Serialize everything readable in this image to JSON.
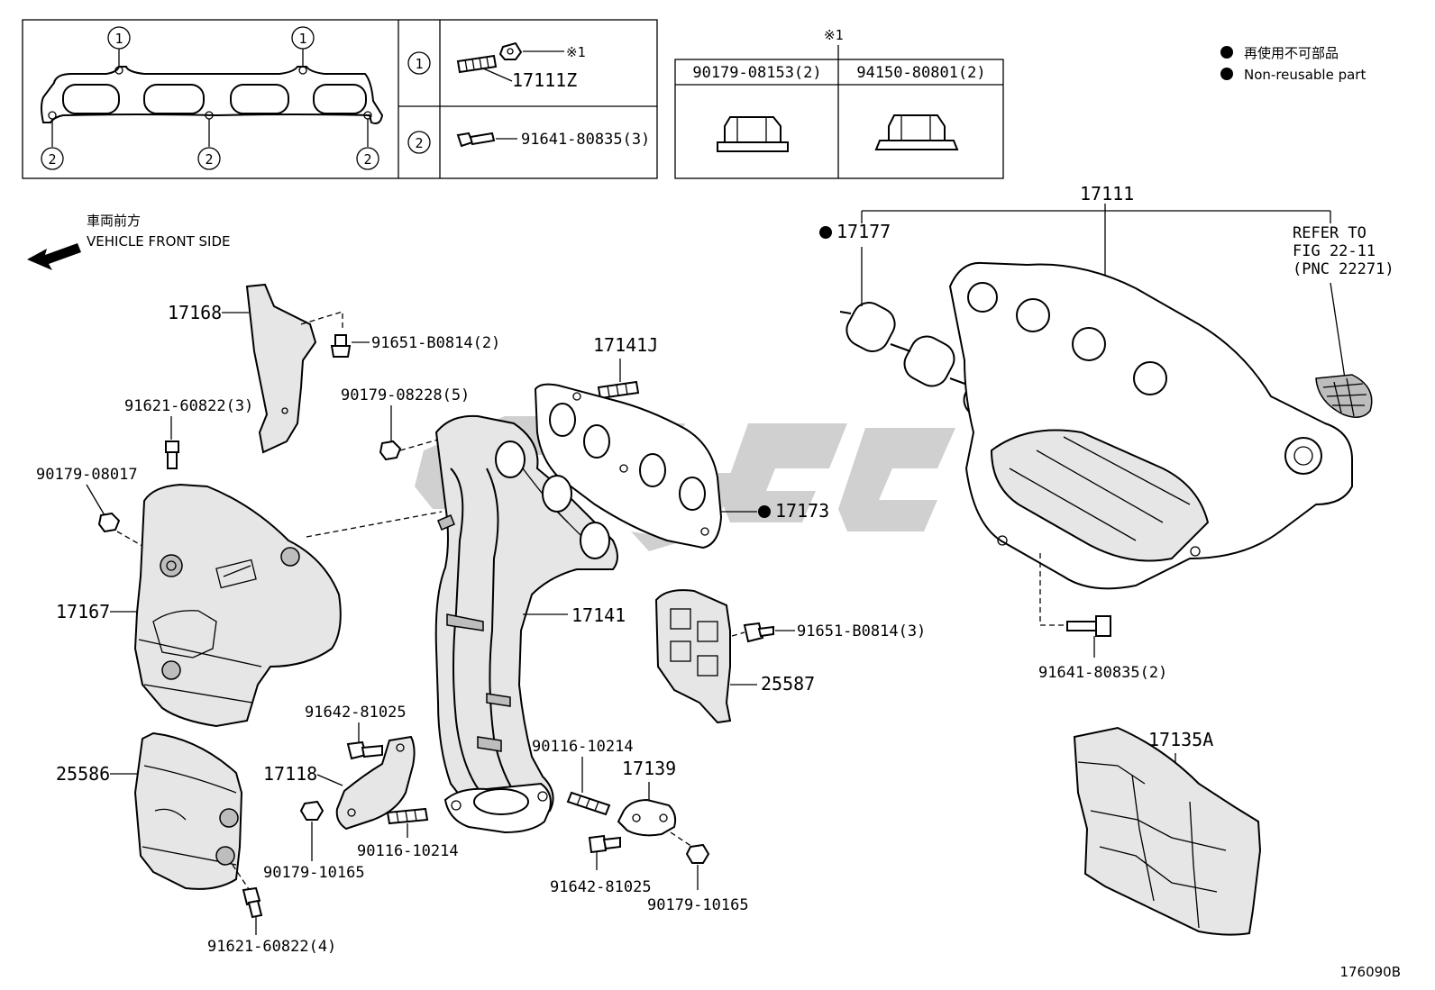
{
  "legend": {
    "jp": "再使用不可部品",
    "en": "Non-reusable part",
    "bullet_color": "#000000"
  },
  "gasket_box": {
    "callout_1": "1",
    "callout_2": "2",
    "row1_part": "17111Z",
    "row1_mark": "※1",
    "row2_part": "91641-80835(3)"
  },
  "nut_table": {
    "note": "※1",
    "col1": "90179-08153(2)",
    "col2": "94150-80801(2)"
  },
  "orientation": {
    "jp": "車両前方",
    "en": "VEHICLE FRONT SIDE"
  },
  "refer": {
    "line1": "REFER TO",
    "line2": "FIG 22-11",
    "line3": "(PNC 22271)"
  },
  "parts": {
    "p17111": "17111",
    "p17177": "17177",
    "p17168": "17168",
    "p91651a": "91651-B0814(2)",
    "p91621a": "91621-60822(3)",
    "p90179_08228": "90179-08228(5)",
    "p17141J": "17141J",
    "p90179_08017": "90179-08017",
    "p17173": "17173",
    "p17167": "17167",
    "p17141": "17141",
    "p91651b": "91651-B0814(3)",
    "p25587": "25587",
    "p91641b": "91641-80835(2)",
    "p91642a": "91642-81025",
    "p17118": "17118",
    "p25586": "25586",
    "p90116a": "90116-10214",
    "p17139": "17139",
    "p17135A": "17135A",
    "p90116b": "90116-10214",
    "p90179_10165a": "90179-10165",
    "p91642b": "91642-81025",
    "p90179_10165b": "90179-10165",
    "p91621b": "91621-60822(4)"
  },
  "watermark": {
    "color": "#c8c8c8"
  },
  "figure_id": "176090B"
}
